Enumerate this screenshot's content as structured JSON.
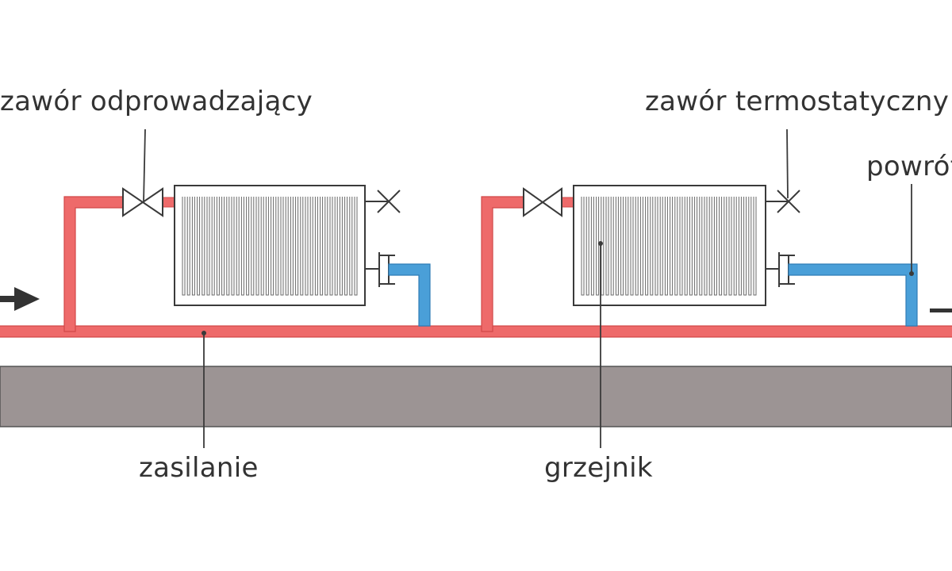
{
  "labels": {
    "drain_valve": "zawór odprowadzający",
    "thermostatic_valve": "zawór termostatyczny",
    "return": "powrót",
    "supply": "zasilanie",
    "radiator": "grzejnik"
  },
  "colors": {
    "supply_pipe": "#ee6a6a",
    "return_pipe": "#4a9fd8",
    "floor_slab": "#9c9494",
    "line": "#3a3a3a",
    "text": "#333333"
  }
}
